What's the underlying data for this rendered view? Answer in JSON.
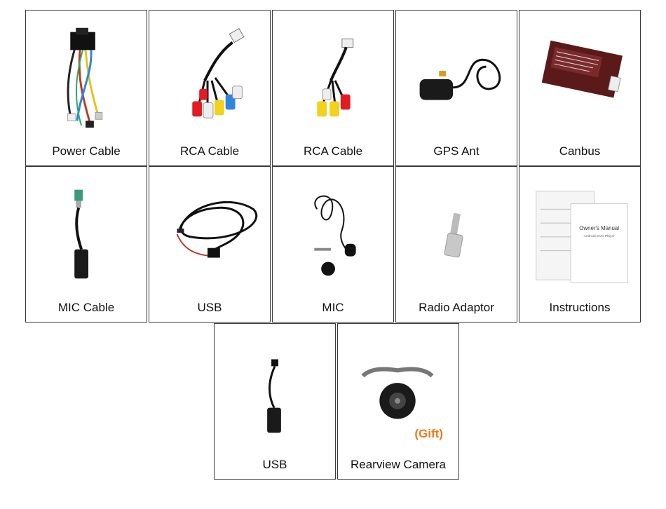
{
  "accessories": [
    {
      "label": "Power Cable",
      "icon": "power-cable-icon"
    },
    {
      "label": "RCA Cable",
      "icon": "rca-cable-icon"
    },
    {
      "label": "RCA Cable",
      "icon": "rca-cable-icon"
    },
    {
      "label": "GPS Ant",
      "icon": "gps-antenna-icon"
    },
    {
      "label": "Canbus",
      "icon": "canbus-box-icon"
    },
    {
      "label": "MIC Cable",
      "icon": "mic-cable-icon"
    },
    {
      "label": "USB",
      "icon": "usb-cable-icon"
    },
    {
      "label": "MIC",
      "icon": "microphone-icon"
    },
    {
      "label": "Radio Adaptor",
      "icon": "radio-adaptor-icon"
    },
    {
      "label": "Instructions",
      "icon": "manual-icon"
    },
    {
      "label": "USB",
      "icon": "usb-otg-cable-icon"
    },
    {
      "label": "Rearview Camera",
      "icon": "rearview-camera-icon",
      "badge": "(Gift)"
    }
  ],
  "manual_title": "Owner's Manual",
  "manual_subtitle": "Android DVD Player",
  "colors": {
    "border": "#3a3a3a",
    "gift": "#f07a1a"
  }
}
